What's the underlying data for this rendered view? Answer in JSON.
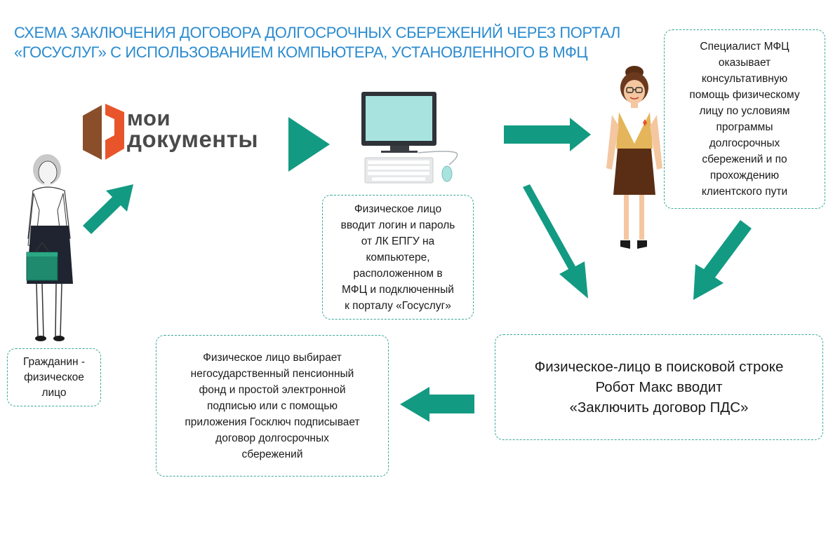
{
  "title": {
    "line1": "СХЕМА ЗАКЛЮЧЕНИЯ ДОГОВОРА ДОЛГОСРОЧНЫХ СБЕРЕЖЕНИЙ ЧЕРЕЗ ПОРТАЛ",
    "line2": "«ГОСУСЛУГ» С ИСПОЛЬЗОВАНИЕМ КОМПЬЮТЕРА, УСТАНОВЛЕННОГО В МФЦ"
  },
  "logo": {
    "line1": "мои",
    "line2": "документы"
  },
  "boxes": {
    "citizen": "Гражданин -\nфизическое\nлицо",
    "login": "Физическое лицо\nвводит логин и пароль\nот ЛК ЕПГУ на\nкомпьютере,\nрасположенном в\nМФЦ и подключенный\nк порталу «Госуслуг»",
    "specialist": "Специалист МФЦ\nоказывает\nконсультативную\nпомощь физическому\nлицу по условиям\nпрограммы\nдолгосрочных\nсбережений и по\nпрохождению\nклиентского пути",
    "search": "Физическое-лицо в поисковой строке\nРобот Макс вводит\n«Заключить договор ПДС»",
    "select": "Физическое лицо выбирает\nнегосударственный пенсионный\nфонд и простой электронной\nподписью или с помощью\nприложения Госключ подписывает\nдоговор долгосрочных\nсбережений"
  },
  "colors": {
    "arrow": "#139a82",
    "border": "#3aa89a",
    "title": "#2b8bd0",
    "logo_orange": "#e8552b",
    "logo_brown": "#8a4e2b",
    "monitor": "#a8e3df"
  }
}
